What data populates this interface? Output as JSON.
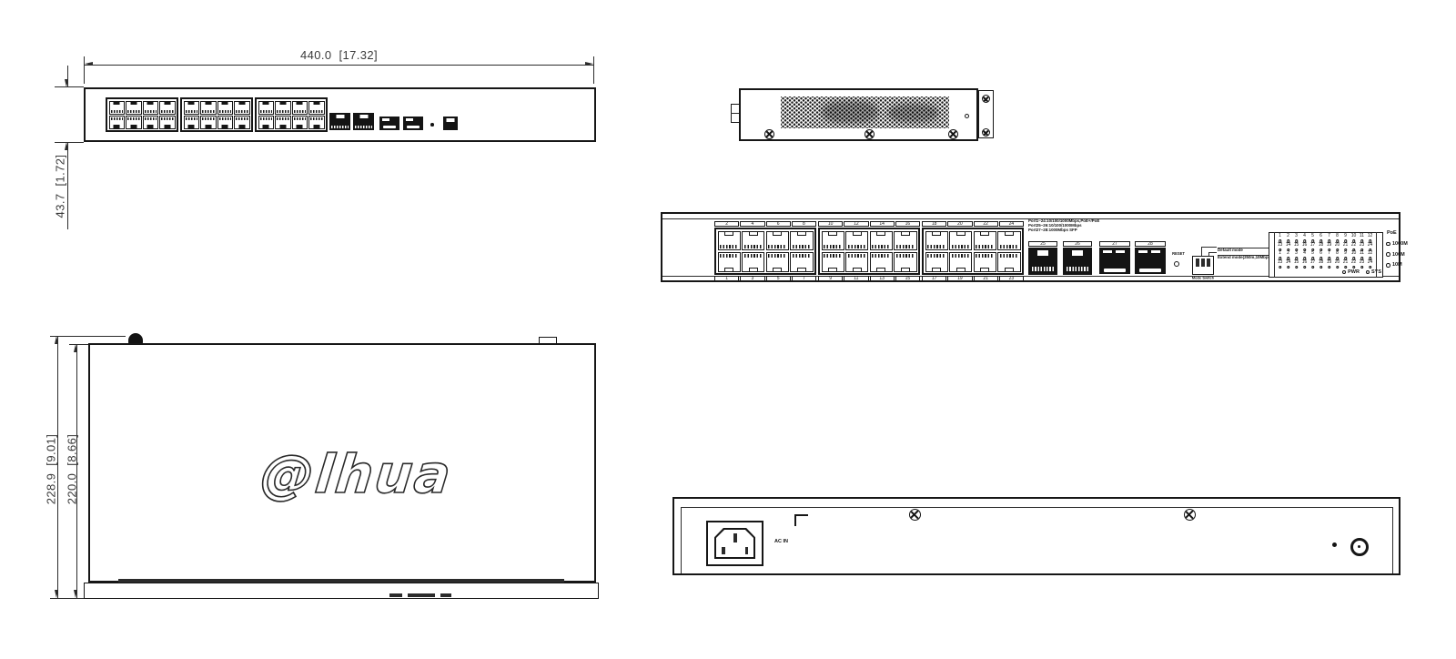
{
  "dims": {
    "front_width": "440.0  [17.32]",
    "front_height": "43.7  [1.72]",
    "top_outer": "228.9  [9.01]",
    "top_inner": "220.0  [8.66]"
  },
  "logo": {
    "text": "@lhua"
  },
  "front_panel": {
    "groups": [
      {
        "top": [
          "2",
          "4",
          "6",
          "8"
        ],
        "bottom": [
          "1",
          "3",
          "5",
          "7"
        ]
      },
      {
        "top": [
          "10",
          "12",
          "14",
          "16"
        ],
        "bottom": [
          "9",
          "11",
          "13",
          "15"
        ]
      },
      {
        "top": [
          "18",
          "20",
          "22",
          "24"
        ],
        "bottom": [
          "17",
          "19",
          "21",
          "23"
        ]
      }
    ],
    "uplinks": [
      "25",
      "26"
    ],
    "sfps": [
      "27",
      "28"
    ],
    "notes": [
      "Port1~24:10/100/1000Mbps,PoE+/PoE",
      "Port25~26:10/100/1000Mbps",
      "Port27~28:1000Mbps SFP"
    ],
    "reset_label": "RESET",
    "dip_callouts": [
      "Default mode",
      "Extend mode(250m,10Mbps)"
    ],
    "dip_label": "Mode Switch",
    "led_rows": [
      [
        "1",
        "2",
        "3",
        "4",
        "5",
        "6",
        "7",
        "8",
        "9",
        "10",
        "11",
        "12"
      ],
      [
        "13",
        "14",
        "15",
        "16",
        "17",
        "18",
        "19",
        "20",
        "21",
        "22",
        "23",
        "24"
      ],
      [
        "1",
        "2",
        "3",
        "4",
        "5",
        "6",
        "7",
        "8",
        "9",
        "10",
        "11",
        "12"
      ],
      [
        "13",
        "14",
        "15",
        "16",
        "17",
        "18",
        "19",
        "20",
        "21",
        "22",
        "23",
        "24"
      ]
    ],
    "pwr_label": "PWR",
    "sys_label": "SYS",
    "legend_header": "PoE",
    "legend_items": [
      "1000M",
      "100M",
      "10M"
    ]
  },
  "rear": {
    "ac_in": "AC IN"
  }
}
